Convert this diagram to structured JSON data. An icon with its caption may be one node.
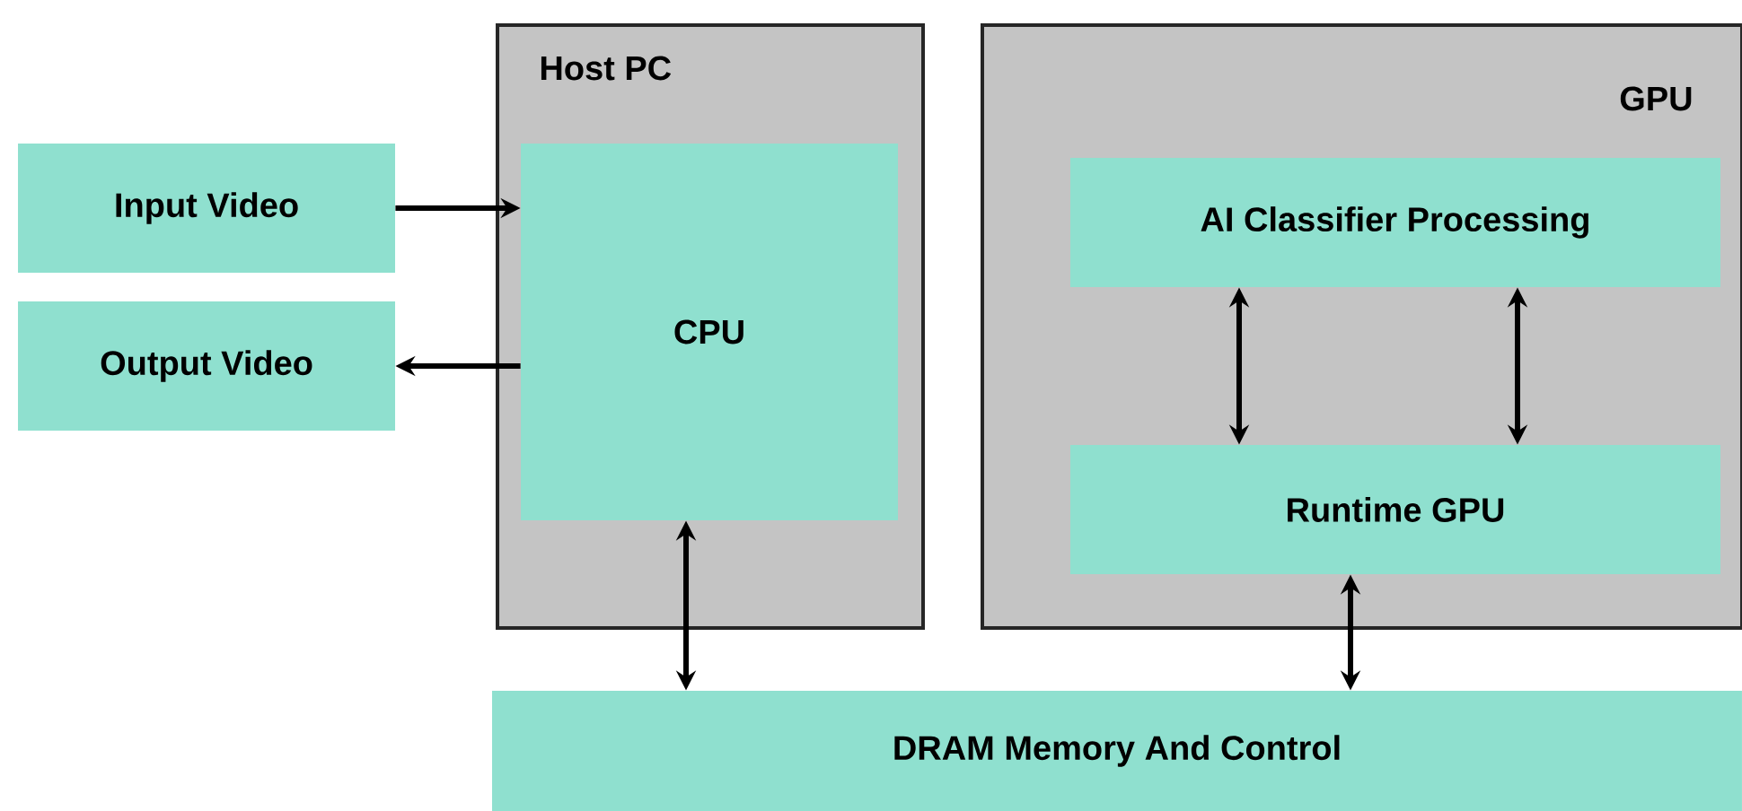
{
  "diagram": {
    "nodes": [
      {
        "text": [
          "Input Video"
        ]
      },
      {
        "text": [
          "Output Video"
        ]
      },
      {
        "text": [
          "Host PC"
        ]
      },
      {
        "text": [
          "CPU"
        ],
        "in": 2
      },
      {
        "text": [
          "GPU"
        ]
      },
      {
        "text": [
          "AI Classifier Processing"
        ],
        "in": 4
      },
      {
        "text": [
          "Runtime GPU"
        ],
        "in": 4
      },
      {
        "text": [
          "DRAM Memory And Control"
        ]
      }
    ],
    "edges": [
      {
        "from": 0,
        "to": 3,
        "arrow": "to"
      },
      {
        "from": 3,
        "to": 1,
        "arrow": "to"
      },
      {
        "from": 5,
        "to": 6,
        "arrow": "both"
      },
      {
        "from": 5,
        "to": 6,
        "arrow": "both"
      },
      {
        "from": 3,
        "to": 7,
        "arrow": "both"
      },
      {
        "from": 6,
        "to": 7,
        "arrow": "both"
      }
    ]
  }
}
